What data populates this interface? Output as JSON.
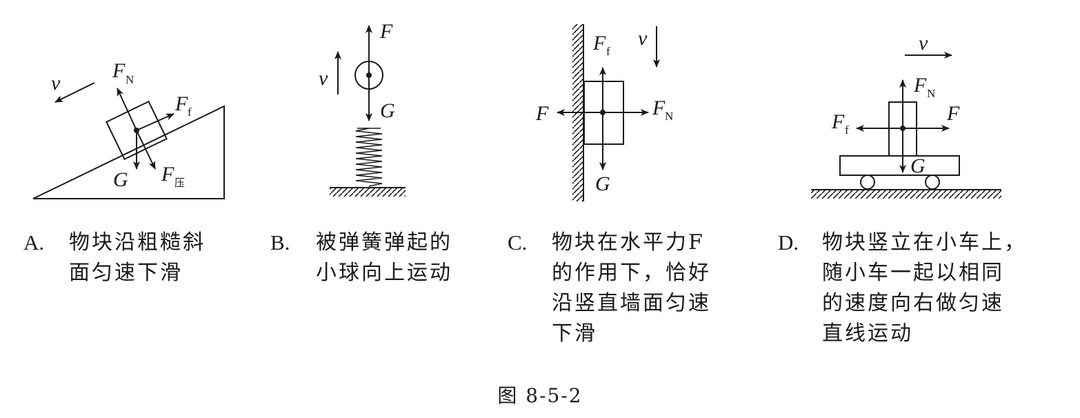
{
  "figure_caption": "图 8-5-2",
  "options": [
    {
      "letter": "A.",
      "lines": [
        "物块沿粗糙斜",
        "面匀速下滑"
      ]
    },
    {
      "letter": "B.",
      "lines": [
        "被弹簧弹起的",
        "小球向上运动"
      ]
    },
    {
      "letter": "C.",
      "lines": [
        "物块在水平力F",
        "的作用下，恰好",
        "沿竖直墙面匀速",
        "下滑"
      ]
    },
    {
      "letter": "D.",
      "lines": [
        "物块竖立在小车上，",
        "随小车一起以相同",
        "的速度向右做匀速",
        "直线运动"
      ]
    }
  ],
  "labels": {
    "a": {
      "v": "v",
      "FN_main": "F",
      "FN_sub": "N",
      "Ff_main": "F",
      "Ff_sub": "f",
      "G": "G",
      "Fp_main": "F",
      "Fp_sub": "压"
    },
    "b": {
      "F": "F",
      "v": "v",
      "G": "G"
    },
    "c": {
      "Ff_main": "F",
      "Ff_sub": "f",
      "v": "v",
      "F": "F",
      "FN_main": "F",
      "FN_sub": "N",
      "G": "G"
    },
    "d": {
      "v": "v",
      "FN_main": "F",
      "FN_sub": "N",
      "Ff_main": "F",
      "Ff_sub": "f",
      "F": "F",
      "G": "G"
    }
  }
}
